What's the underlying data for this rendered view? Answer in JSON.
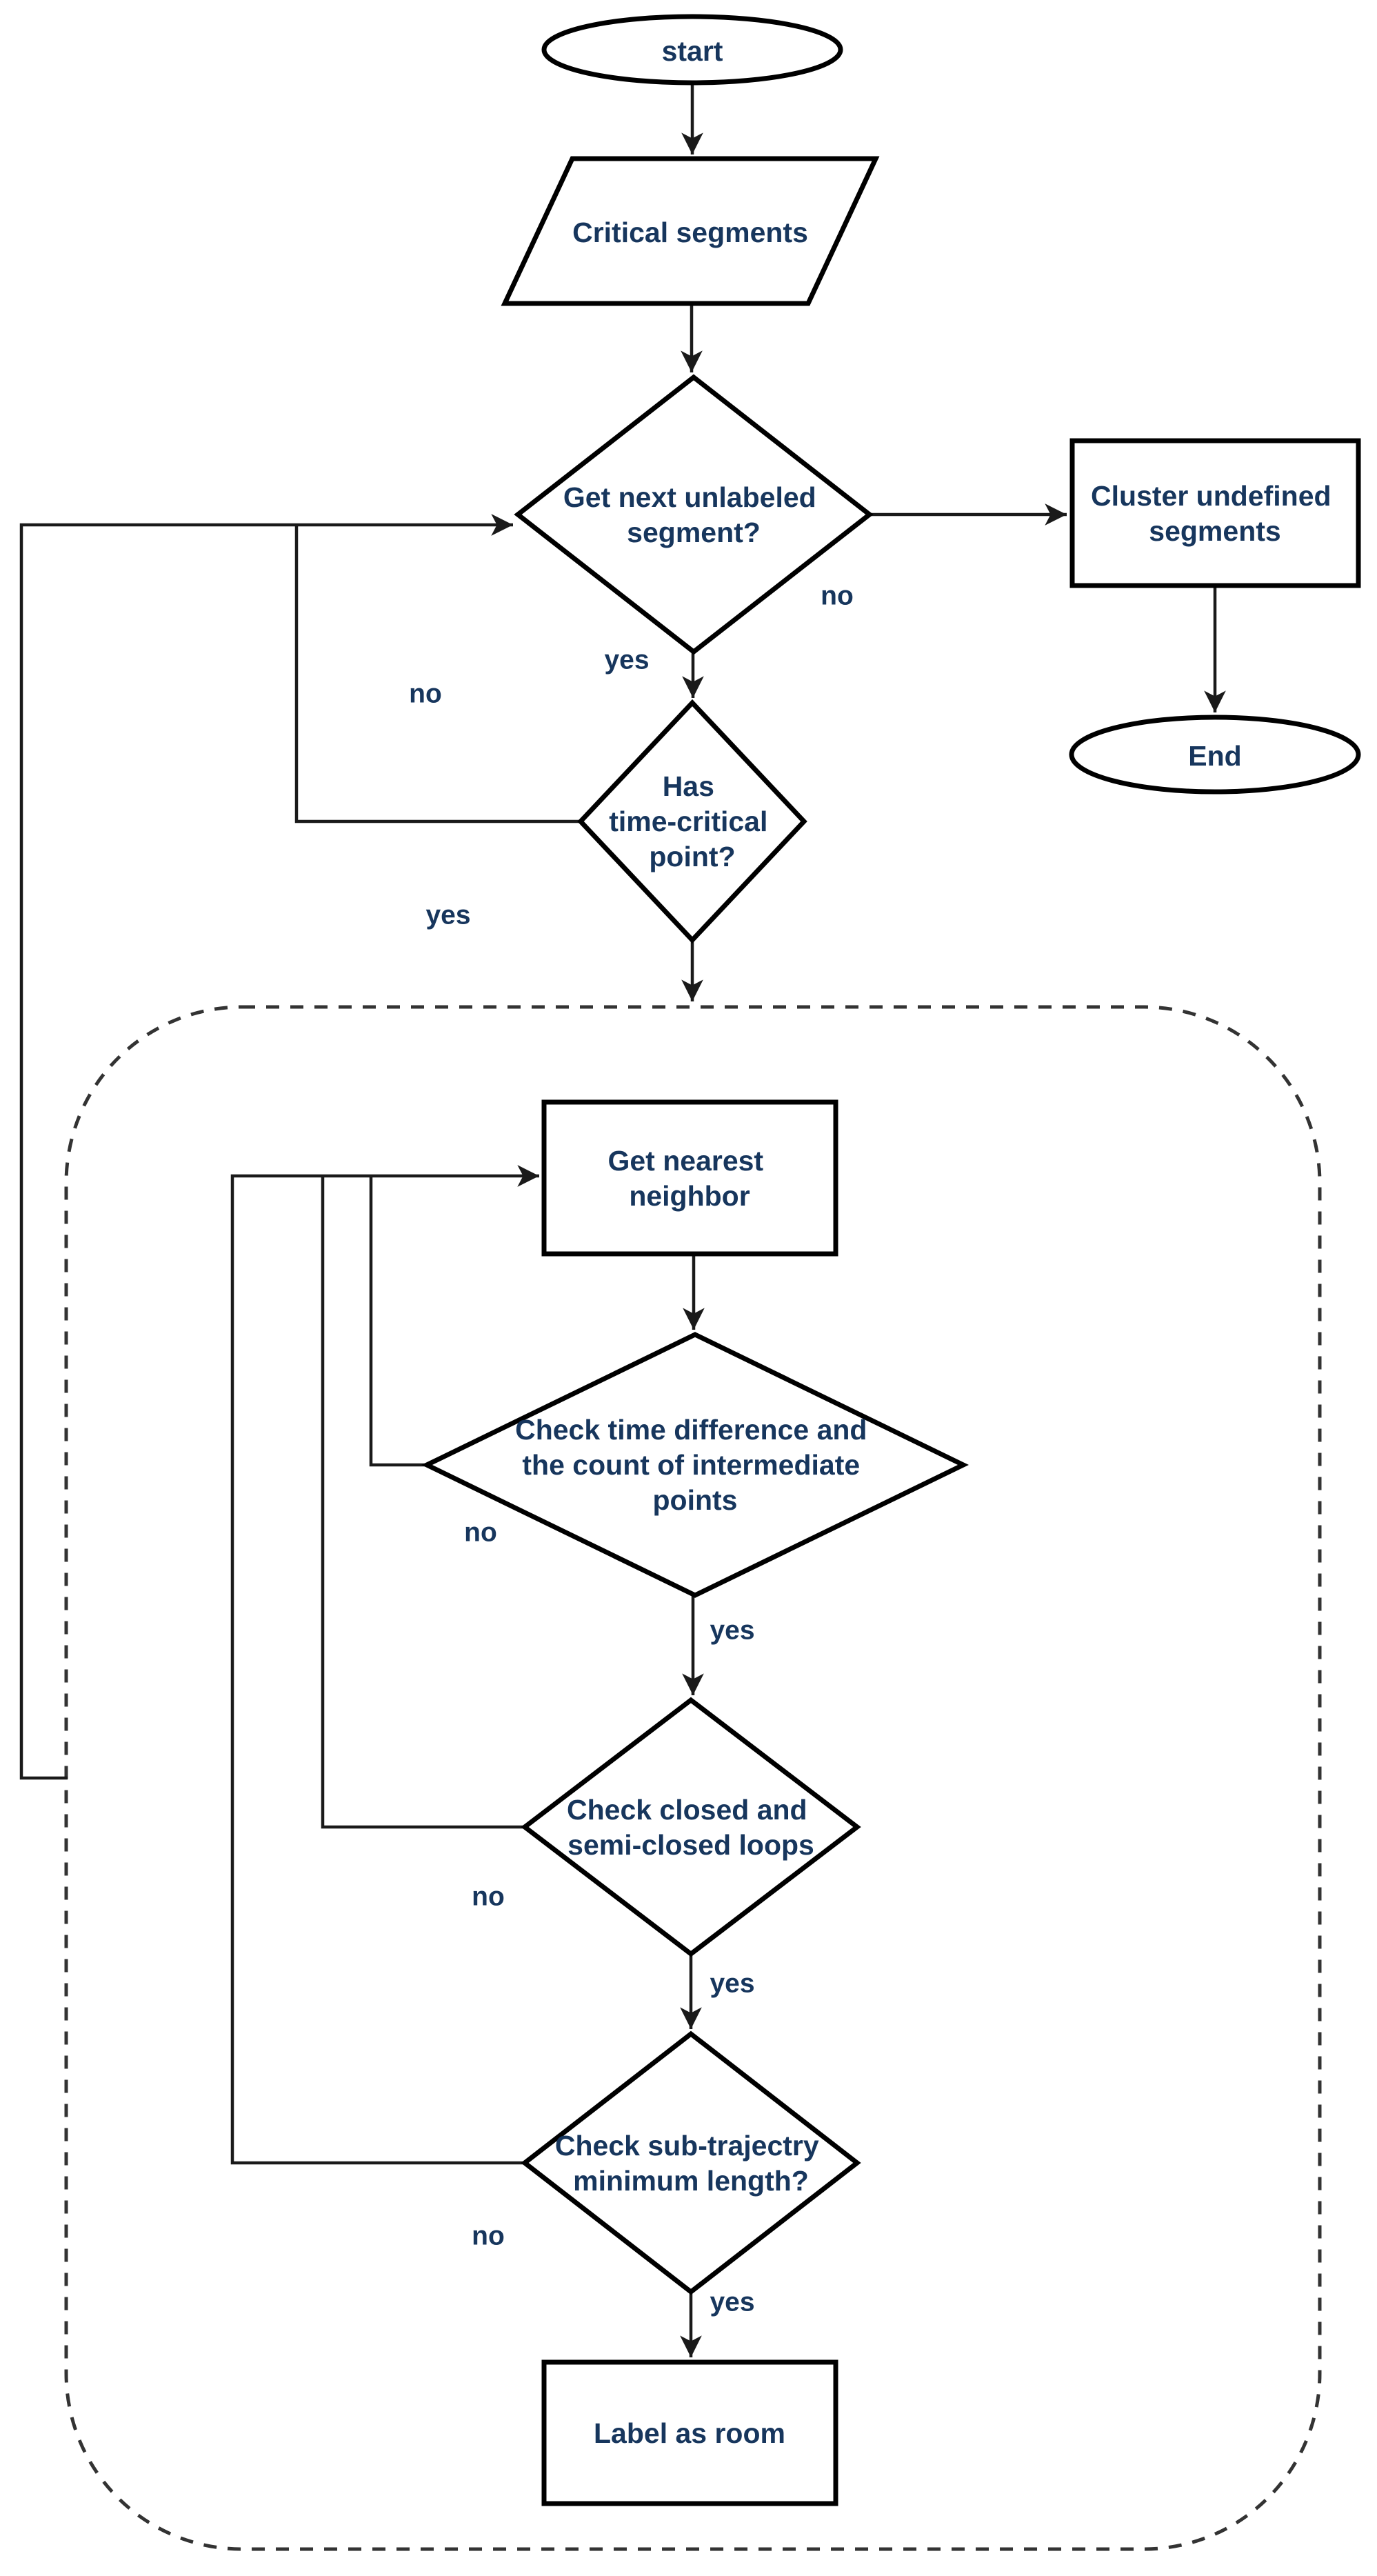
{
  "colors": {
    "text": "#17365D",
    "shape_stroke": "#000000",
    "shape_fill": "#ffffff",
    "edge_stroke": "#1a1a1a",
    "container_stroke": "#333333",
    "background": "#ffffff"
  },
  "nodes": {
    "start": {
      "label": "start"
    },
    "input": {
      "label": "Critical segments"
    },
    "decision_next": {
      "lines": [
        "Get next unlabeled",
        "segment?"
      ]
    },
    "cluster": {
      "lines": [
        "Cluster undefined",
        "segments"
      ]
    },
    "end": {
      "label": "End"
    },
    "decision_time": {
      "lines": [
        "Has",
        "time-critical",
        "point?"
      ]
    },
    "neighbor": {
      "lines": [
        "Get nearest",
        "neighbor"
      ]
    },
    "decision_diff": {
      "lines": [
        "Check time difference and",
        "the count of intermediate",
        "points"
      ]
    },
    "decision_loops": {
      "lines": [
        "Check closed and",
        "semi-closed loops"
      ]
    },
    "decision_length": {
      "lines": [
        "Check sub-trajectry",
        "minimum length?"
      ]
    },
    "room": {
      "label": "Label as room"
    }
  },
  "edge_labels": {
    "next_no": "no",
    "next_yes": "yes",
    "time_no": "no",
    "time_yes": "yes",
    "diff_no": "no",
    "diff_yes": "yes",
    "loops_no": "no",
    "loops_yes": "yes",
    "length_no": "no",
    "length_yes": "yes"
  }
}
